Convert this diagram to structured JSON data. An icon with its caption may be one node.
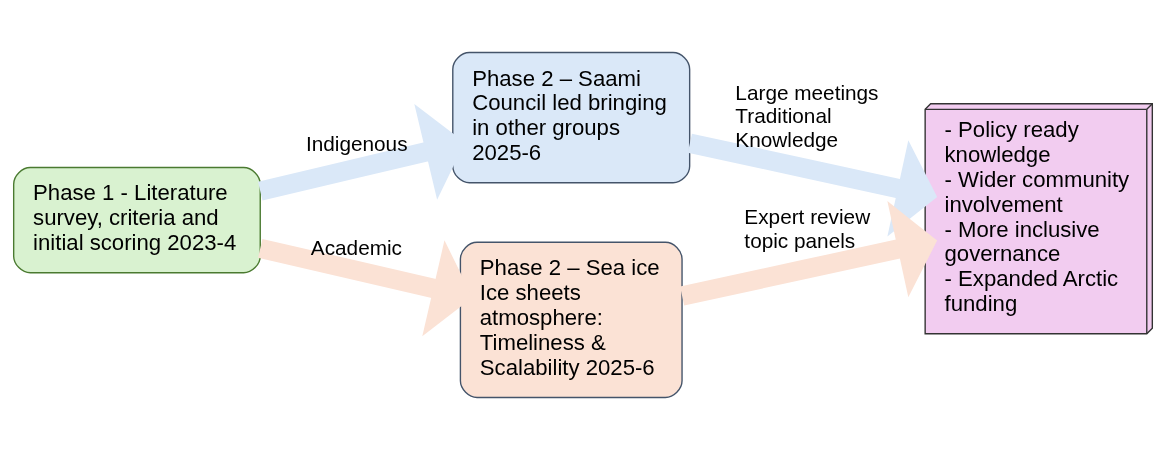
{
  "diagram": {
    "nodes": [
      {
        "text": [
          "Phase 1 - Literature survey, criteria and initial scoring 2023-4"
        ]
      },
      {
        "text": [
          "Phase 2 – Saami Council led bringing in other groups 2025-6"
        ]
      },
      {
        "text": [
          "Phase 2 – Sea ice Ice sheets atmosphere: Timeliness & Scalability 2025-6"
        ]
      },
      {
        "text": [
          "- Policy ready knowledge",
          "- Wider community involvement",
          "- More inclusive governance",
          "- Expanded Arctic funding"
        ]
      }
    ],
    "edges": [
      {
        "from": 0,
        "to": 1,
        "arrow": "to",
        "label": "Indigenous",
        "color": "#dae8f8"
      },
      {
        "from": 0,
        "to": 2,
        "arrow": "to",
        "label": "Academic",
        "color": "#fbe2d5"
      },
      {
        "from": 1,
        "to": 3,
        "arrow": "to",
        "label": "Large meetings Traditional Knowledge",
        "color": "#dae8f8"
      },
      {
        "from": 2,
        "to": 3,
        "arrow": "to",
        "label": "Expert review topic panels",
        "color": "#fbe2d5"
      }
    ]
  }
}
